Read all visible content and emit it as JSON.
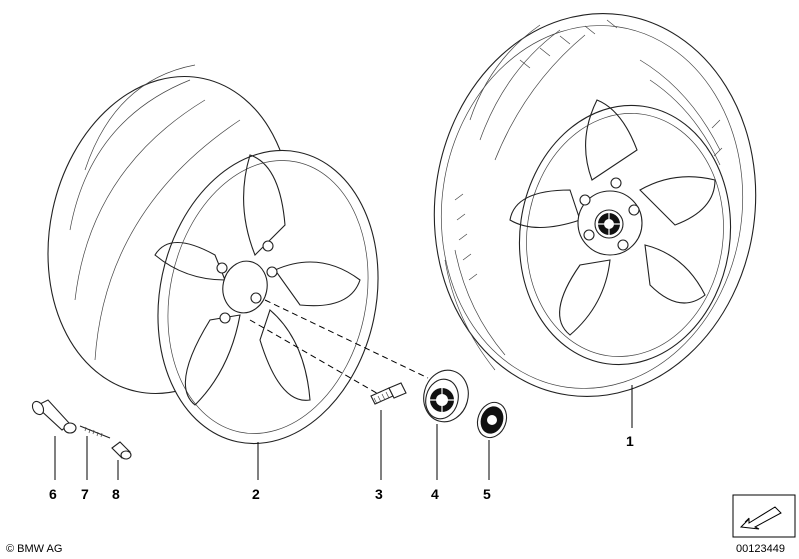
{
  "callouts": [
    {
      "id": "1",
      "label": "1"
    },
    {
      "id": "2",
      "label": "2"
    },
    {
      "id": "3",
      "label": "3"
    },
    {
      "id": "4",
      "label": "4"
    },
    {
      "id": "5",
      "label": "5"
    },
    {
      "id": "6",
      "label": "6"
    },
    {
      "id": "7",
      "label": "7"
    },
    {
      "id": "8",
      "label": "8"
    }
  ],
  "copyright": "© BMW AG",
  "diagram_number": "00123449",
  "parts": {
    "complete_wheel": "tyre-wheel-assembly",
    "rim": "alloy-rim",
    "bolt": "wheel-bolt",
    "hub_cap": "hub-cap",
    "emblem": "bmw-emblem",
    "valve": "tyre-valve",
    "valve_insert": "valve-insert",
    "valve_cap": "valve-cap"
  }
}
